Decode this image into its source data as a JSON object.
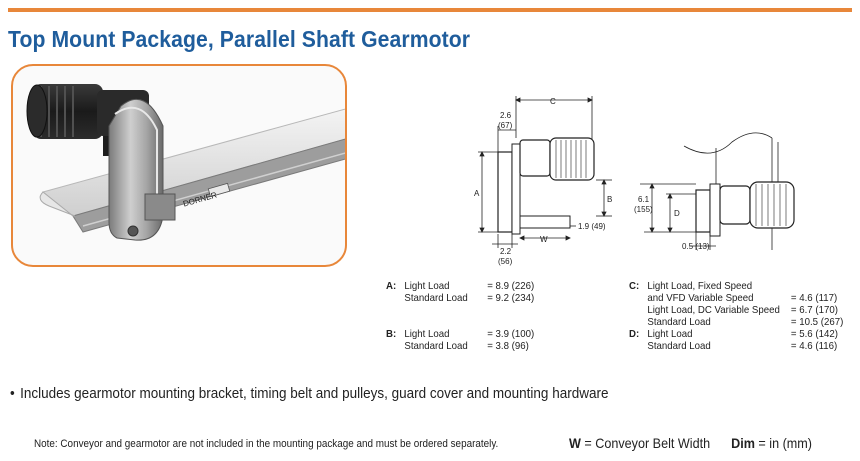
{
  "title": "Top Mount Package, Parallel Shaft Gearmotor",
  "photo": {
    "label_plate": "DORNER"
  },
  "drawing_left": {
    "dim_c": "C",
    "dim_top": "2.6",
    "dim_top_mm": "(67)",
    "dim_a": "A",
    "dim_b": "B",
    "dim_right": "1.9 (49)",
    "dim_w": "W",
    "dim_bottom": "2.2",
    "dim_bottom_mm": "(56)"
  },
  "drawing_right": {
    "dim_left": "6.1",
    "dim_left_mm": "(155)",
    "dim_d": "D",
    "dim_bottom": "0.5 (13)"
  },
  "specs": {
    "a": {
      "letter": "A:",
      "rows": [
        {
          "label": "Light Load",
          "value": "= 8.9 (226)"
        },
        {
          "label": "Standard Load",
          "value": "= 9.2 (234)"
        }
      ]
    },
    "b": {
      "letter": "B:",
      "rows": [
        {
          "label": "Light Load",
          "value": "= 3.9 (100)"
        },
        {
          "label": "Standard Load",
          "value": "= 3.8 (96)"
        }
      ]
    },
    "c": {
      "letter": "C:",
      "rows": [
        {
          "label": "Light Load, Fixed Speed",
          "value": ""
        },
        {
          "label": "and VFD Variable Speed",
          "value": "= 4.6 (117)"
        },
        {
          "label": "Light Load, DC Variable Speed",
          "value": "= 6.7 (170)"
        },
        {
          "label": "Standard Load",
          "value": "= 10.5 (267)"
        }
      ]
    },
    "d": {
      "letter": "D:",
      "rows": [
        {
          "label": "Light Load",
          "value": "= 5.6 (142)"
        },
        {
          "label": "Standard Load",
          "value": "= 4.6 (116)"
        }
      ]
    }
  },
  "bullet": "Includes gearmotor mounting bracket, timing belt and pulleys, guard cover and mounting hardware",
  "footer": {
    "note": "Note: Conveyor and gearmotor are not included in the mounting package and must be ordered separately.",
    "w_key": "W",
    "w_def": "= Conveyor Belt Width",
    "dim_key": "Dim",
    "dim_def": "= in (mm)"
  }
}
